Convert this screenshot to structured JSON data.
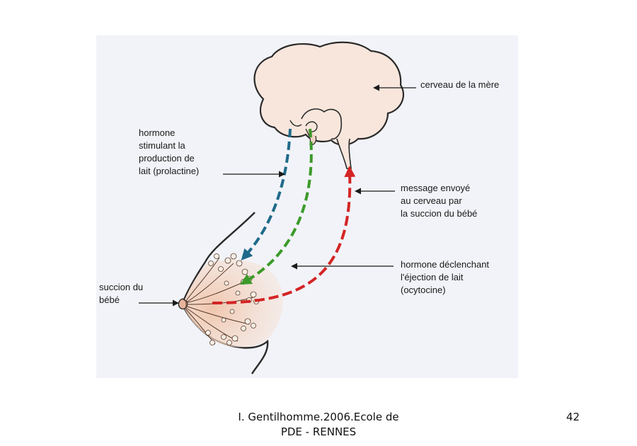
{
  "diagram": {
    "labels": {
      "brain": "cerveau de la mère",
      "prolactin": [
        "hormone",
        "stimulant la",
        "production de",
        "lait (prolactine)"
      ],
      "message": [
        "message envoyé",
        "au cerveau par",
        "la succion du bébé"
      ],
      "oxytocin": [
        "hormone déclenchant",
        "l'éjection de lait",
        "(ocytocine)"
      ],
      "suckling": [
        "succion du",
        "bébé"
      ]
    },
    "colors": {
      "background": "#f1f3f8",
      "brain_fill": "#f8e6dc",
      "breast_fill": "#f3d9c9",
      "prolactin_arrow": "#1f6a8a",
      "oxytocin_arrow": "#3c9a2a",
      "nerve_arrow": "#d42424",
      "pointer": "#1a1a1a"
    }
  },
  "footer": {
    "credit_line1": "I. Gentilhomme.2006.Ecole de",
    "credit_line2": "PDE - RENNES",
    "page_number": "42"
  }
}
